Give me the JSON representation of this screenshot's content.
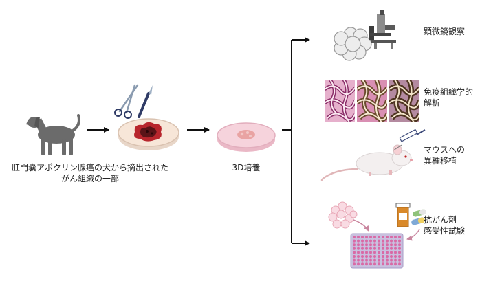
{
  "labels": {
    "source_line1": "肛門嚢アポクリン腺癌の犬から摘出された",
    "source_line2": "がん組織の一部",
    "culture": "3D培養",
    "microscopy": "顕微鏡観察",
    "ihc_line1": "免疫組織学的",
    "ihc_line2": "解析",
    "mouse_line1": "マウスへの",
    "mouse_line2": "異種移植",
    "drug_line1": "抗がん剤",
    "drug_line2": "感受性試験"
  },
  "colors": {
    "dog": "#6b6b6b",
    "tissue_dark": "#5a1418",
    "tissue_red": "#b8262d",
    "dish_fill": "#f7e6d8",
    "dish_pink": "#f6d3dc",
    "organoid": "#e9a3a3",
    "he_pink": "#d98fb3",
    "ihc_brown": "#6b4a2e",
    "plate": "#c9c0df",
    "well": "#d96aa6",
    "arrow": "#111111"
  },
  "icons": {
    "dog": "dog-icon",
    "tissue_dish": "tissue-dish-icon",
    "scissors": "scissors-icon",
    "scalpel": "scalpel-icon",
    "culture_dish": "culture-dish-icon",
    "organoid": "organoid-icon",
    "microscope": "microscope-icon",
    "mouse": "mouse-icon",
    "syringe": "syringe-icon",
    "drug_bottle": "pill-bottle-icon",
    "capsule": "capsule-icon",
    "well_plate": "well-plate-icon"
  }
}
